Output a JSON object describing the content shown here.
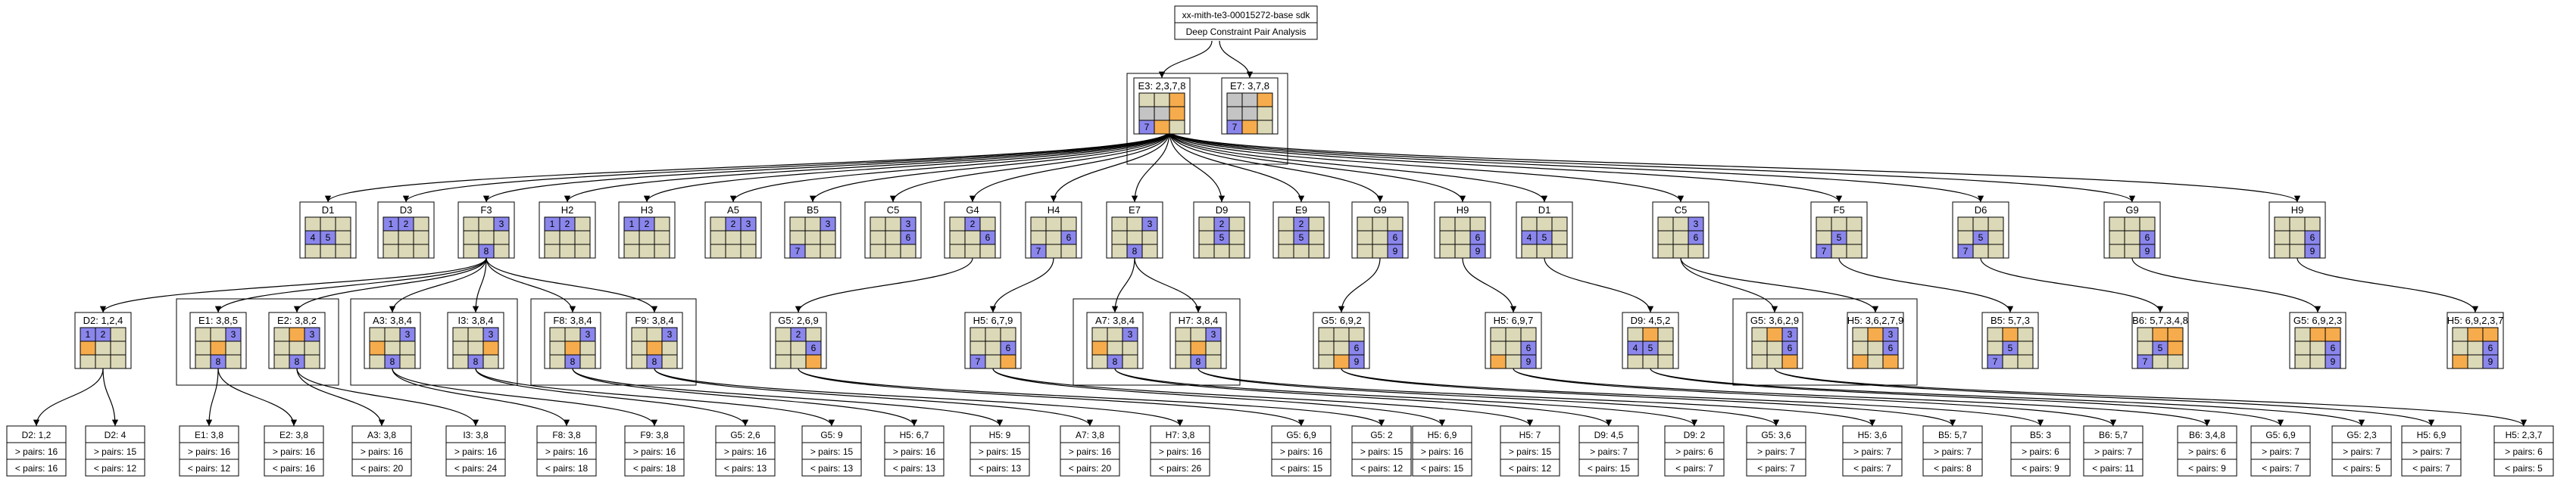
{
  "header": {
    "line1": "xx-mith-te3-00015272-base sdk",
    "line2": "Deep Constraint Pair Analysis"
  },
  "colors": {
    "cell": "#dcd9b8",
    "blue": "#8a86ec",
    "orange": "#f6ac4c",
    "grey": "#c4c4c4",
    "line": "#000000"
  },
  "root": [
    {
      "id": "E3",
      "label": "E3: 2,3,7,8"
    },
    {
      "id": "E7",
      "label": "E7: 3,7,8"
    }
  ],
  "level1": [
    {
      "id": "D1a",
      "label": "D1"
    },
    {
      "id": "D3",
      "label": "D3"
    },
    {
      "id": "F3",
      "label": "F3"
    },
    {
      "id": "H2",
      "label": "H2"
    },
    {
      "id": "H3",
      "label": "H3"
    },
    {
      "id": "A5",
      "label": "A5"
    },
    {
      "id": "B5",
      "label": "B5"
    },
    {
      "id": "C5a",
      "label": "C5"
    },
    {
      "id": "G4",
      "label": "G4"
    },
    {
      "id": "H4",
      "label": "H4"
    },
    {
      "id": "E7b",
      "label": "E7"
    },
    {
      "id": "D9",
      "label": "D9"
    },
    {
      "id": "E9",
      "label": "E9"
    },
    {
      "id": "G9a",
      "label": "G9"
    },
    {
      "id": "H9a",
      "label": "H9"
    },
    {
      "id": "D1b",
      "label": "D1"
    },
    {
      "id": "C5b",
      "label": "C5"
    },
    {
      "id": "F5",
      "label": "F5"
    },
    {
      "id": "D6",
      "label": "D6"
    },
    {
      "id": "G9b",
      "label": "G9"
    },
    {
      "id": "H9b",
      "label": "H9"
    }
  ],
  "level2": [
    {
      "id": "m1",
      "label": "D2: 1,2,4"
    },
    {
      "id": "m2",
      "label": "E1: 3,8,5"
    },
    {
      "id": "m3",
      "label": "E2: 3,8,2"
    },
    {
      "id": "m4",
      "label": "A3: 3,8,4"
    },
    {
      "id": "m5",
      "label": "I3: 3,8,4"
    },
    {
      "id": "m6",
      "label": "F8: 3,8,4"
    },
    {
      "id": "m7",
      "label": "F9: 3,8,4"
    },
    {
      "id": "m8",
      "label": "G5: 2,6,9"
    },
    {
      "id": "m9",
      "label": "H5: 6,7,9"
    },
    {
      "id": "m10",
      "label": "A7: 3,8,4"
    },
    {
      "id": "m11",
      "label": "H7: 3,8,4"
    },
    {
      "id": "m12",
      "label": "G5: 6,9,2"
    },
    {
      "id": "m13",
      "label": "H5: 6,9,7"
    },
    {
      "id": "m14",
      "label": "D9: 4,5,2"
    },
    {
      "id": "m15",
      "label": "G5: 3,6,2,9"
    },
    {
      "id": "m16",
      "label": "H5: 3,6,2,7,9"
    },
    {
      "id": "m17",
      "label": "B5: 5,7,3"
    },
    {
      "id": "m18",
      "label": "B6: 5,7,3,4,8"
    },
    {
      "id": "m19",
      "label": "G5: 6,9,2,3"
    },
    {
      "id": "m20",
      "label": "H5: 6,9,2,3,7"
    }
  ],
  "leaves": [
    {
      "label": "D2: 1,2",
      "gt": "> pairs: 16",
      "lt": "< pairs: 16"
    },
    {
      "label": "D2: 4",
      "gt": "> pairs: 15",
      "lt": "< pairs: 12"
    },
    {
      "label": "E1: 3,8",
      "gt": "> pairs: 16",
      "lt": "< pairs: 12"
    },
    {
      "label": "E2: 3,8",
      "gt": "> pairs: 16",
      "lt": "< pairs: 16"
    },
    {
      "label": "A3: 3,8",
      "gt": "> pairs: 16",
      "lt": "< pairs: 20"
    },
    {
      "label": "I3: 3,8",
      "gt": "> pairs: 16",
      "lt": "< pairs: 24"
    },
    {
      "label": "F8: 3,8",
      "gt": "> pairs: 16",
      "lt": "< pairs: 18"
    },
    {
      "label": "F9: 3,8",
      "gt": "> pairs: 16",
      "lt": "< pairs: 18"
    },
    {
      "label": "G5: 2,6",
      "gt": "> pairs: 16",
      "lt": "< pairs: 13"
    },
    {
      "label": "G5: 9",
      "gt": "> pairs: 15",
      "lt": "< pairs: 13"
    },
    {
      "label": "H5: 6,7",
      "gt": "> pairs: 16",
      "lt": "< pairs: 13"
    },
    {
      "label": "H5: 9",
      "gt": "> pairs: 15",
      "lt": "< pairs: 13"
    },
    {
      "label": "A7: 3,8",
      "gt": "> pairs: 16",
      "lt": "< pairs: 20"
    },
    {
      "label": "H7: 3,8",
      "gt": "> pairs: 16",
      "lt": "< pairs: 26"
    },
    {
      "label": "G5: 6,9",
      "gt": "> pairs: 16",
      "lt": "< pairs: 15"
    },
    {
      "label": "G5: 2",
      "gt": "> pairs: 15",
      "lt": "< pairs: 12"
    },
    {
      "label": "H5: 6,9",
      "gt": "> pairs: 16",
      "lt": "< pairs: 15"
    },
    {
      "label": "H5: 7",
      "gt": "> pairs: 15",
      "lt": "< pairs: 12"
    },
    {
      "label": "D9: 4,5",
      "gt": "> pairs: 7",
      "lt": "< pairs: 15"
    },
    {
      "label": "D9: 2",
      "gt": "> pairs: 6",
      "lt": "< pairs: 7"
    },
    {
      "label": "G5: 3,6",
      "gt": "> pairs: 7",
      "lt": "< pairs: 7"
    },
    {
      "label": "H5: 3,6",
      "gt": "> pairs: 7",
      "lt": "< pairs: 7"
    },
    {
      "label": "B5: 5,7",
      "gt": "> pairs: 7",
      "lt": "< pairs: 8"
    },
    {
      "label": "B5: 3",
      "gt": "> pairs: 6",
      "lt": "< pairs: 9"
    },
    {
      "label": "B6: 5,7",
      "gt": "> pairs: 7",
      "lt": "< pairs: 11"
    },
    {
      "label": "B6: 3,4,8",
      "gt": "> pairs: 6",
      "lt": "< pairs: 9"
    },
    {
      "label": "G5: 6,9",
      "gt": "> pairs: 7",
      "lt": "< pairs: 7"
    },
    {
      "label": "G5: 2,3",
      "gt": "> pairs: 7",
      "lt": "< pairs: 5"
    },
    {
      "label": "H5: 6,9",
      "gt": "> pairs: 7",
      "lt": "< pairs: 7"
    },
    {
      "label": "H5: 2,3,7",
      "gt": "> pairs: 6",
      "lt": "< pairs: 5"
    }
  ]
}
